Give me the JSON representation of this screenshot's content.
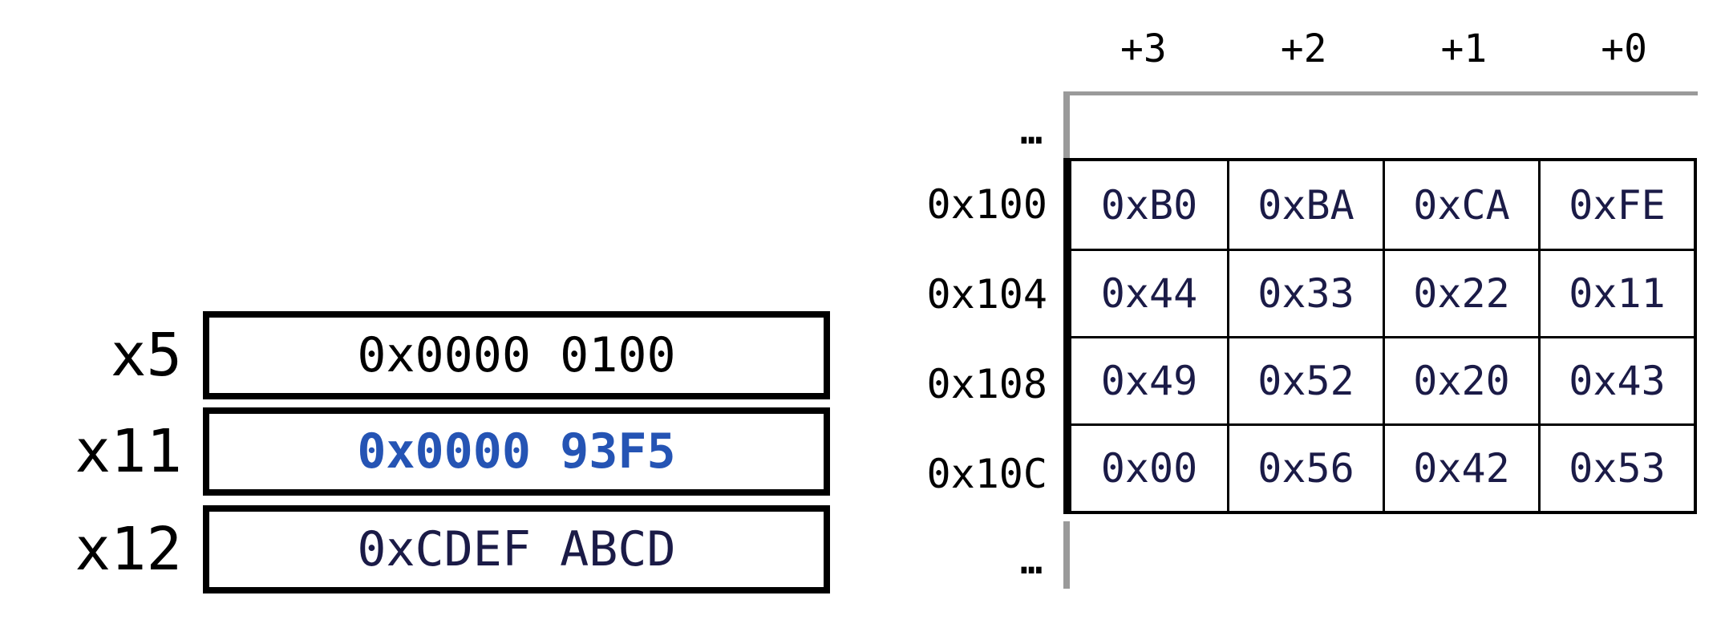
{
  "diagram": {
    "registers": [
      {
        "name": "x5",
        "value": "0x0000 0100",
        "highlight": false
      },
      {
        "name": "x11",
        "value": "0x0000 93F5",
        "highlight": true
      },
      {
        "name": "x12",
        "value": "0xCDEF ABCD",
        "highlight": false
      }
    ],
    "memory": {
      "byte_offset_headers": [
        "+3",
        "+2",
        "+1",
        "+0"
      ],
      "ellipsis_top": "…",
      "ellipsis_bottom": "…",
      "rows": [
        {
          "address": "0x100",
          "bytes": [
            "0xB0",
            "0xBA",
            "0xCA",
            "0xFE"
          ]
        },
        {
          "address": "0x104",
          "bytes": [
            "0x44",
            "0x33",
            "0x22",
            "0x11"
          ]
        },
        {
          "address": "0x108",
          "bytes": [
            "0x49",
            "0x52",
            "0x20",
            "0x43"
          ]
        },
        {
          "address": "0x10C",
          "bytes": [
            "0x00",
            "0x56",
            "0x42",
            "0x53"
          ]
        }
      ]
    },
    "colors": {
      "highlight_blue": "#2554B4",
      "data_navy": "#1B1B47",
      "text_black": "#000000",
      "line_gray": "#9A9A9A"
    }
  }
}
